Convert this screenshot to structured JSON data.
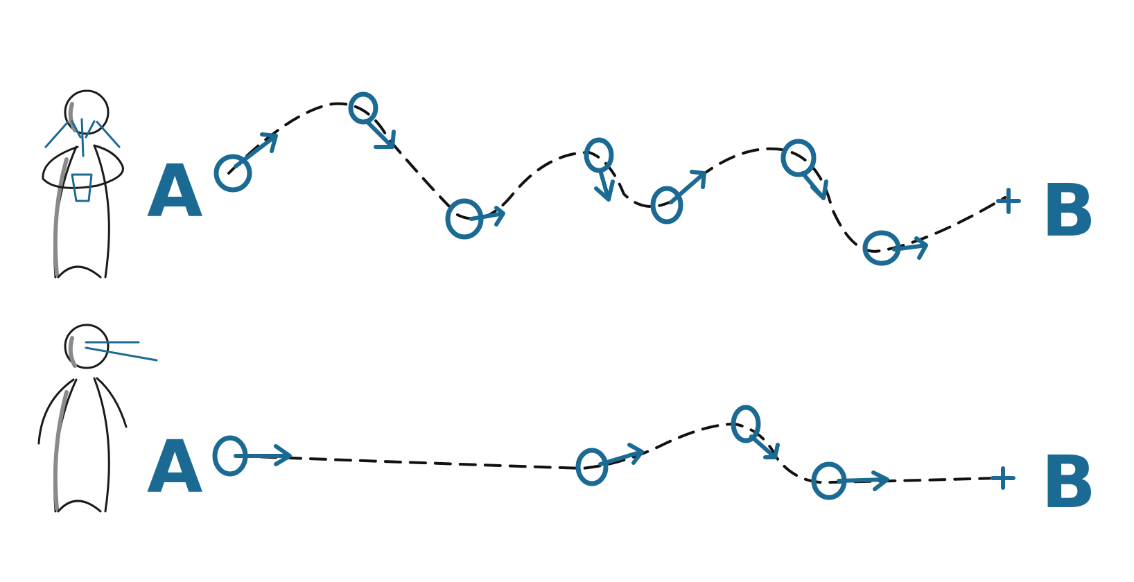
{
  "diagram": {
    "scenarios": [
      {
        "id": "distracted",
        "start_label": "A",
        "end_label": "B",
        "waypoint_count": 7
      },
      {
        "id": "focused",
        "start_label": "A",
        "end_label": "B",
        "waypoint_count": 4
      }
    ],
    "colors": {
      "ink": "#1a1a1a",
      "accent": "#1b6a94",
      "background": "#ffffff"
    }
  }
}
